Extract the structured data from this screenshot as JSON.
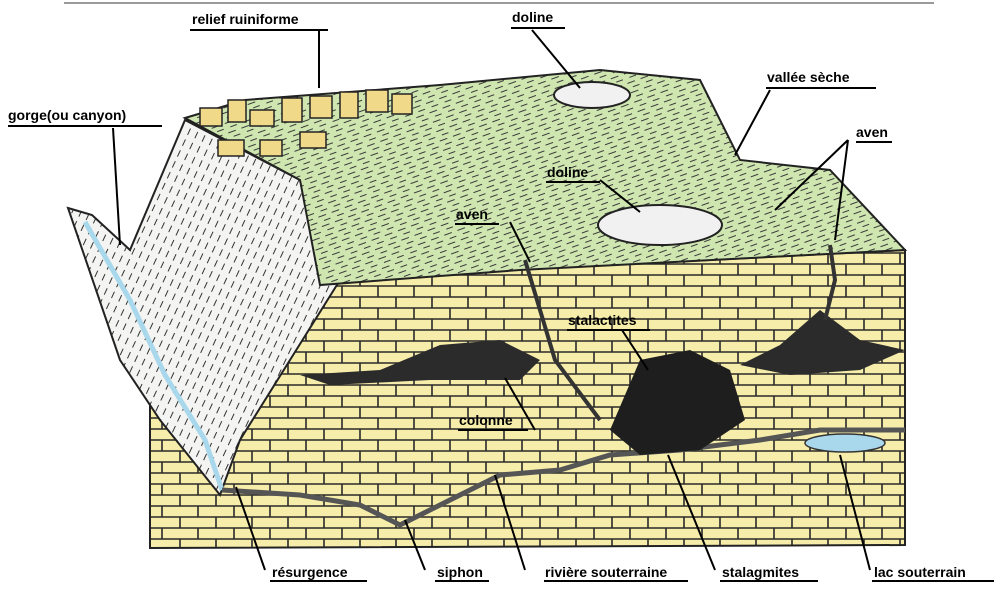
{
  "labels": {
    "relief": "relief ruiniforme",
    "doline_top": "doline",
    "vallee": "vallée sèche",
    "gorge": "gorge(ou canyon)",
    "aven_right": "aven",
    "doline_mid": "doline",
    "aven_mid": "aven",
    "stalactites": "stalactites",
    "colonne": "colonne",
    "resurgence": "résurgence",
    "siphon": "siphon",
    "riviere": "rivière souterraine",
    "stalagmites": "stalagmites",
    "lac": "lac souterrain"
  },
  "colors": {
    "plateau": "#cfe6b0",
    "limestone": "#f6edaa",
    "water": "#a9d8ec",
    "cave": "#1e1e1e"
  }
}
